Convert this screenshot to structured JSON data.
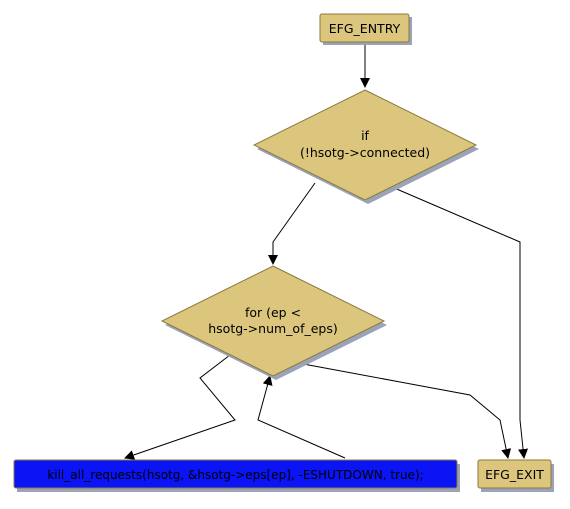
{
  "colors": {
    "terminal_fill": "#dcc67d",
    "terminal_border": "#8a7a3c",
    "decision_fill": "#dcc67d",
    "shadow": "#9aa3b8",
    "process_fill": "#0a14f5",
    "process_border": "#8a7a3c",
    "edge": "#000000"
  },
  "nodes": {
    "entry": {
      "label": "EFG_ENTRY"
    },
    "if_connected": {
      "line1": "if",
      "line2": "(!hsotg->connected)"
    },
    "for_loop": {
      "line1": "for (ep <",
      "line2": "hsotg->num_of_eps)"
    },
    "kill_requests": {
      "label": "kill_all_requests(hsotg, &hsotg->eps[ep], -ESHUTDOWN, true);"
    },
    "exit": {
      "label": "EFG_EXIT"
    }
  }
}
